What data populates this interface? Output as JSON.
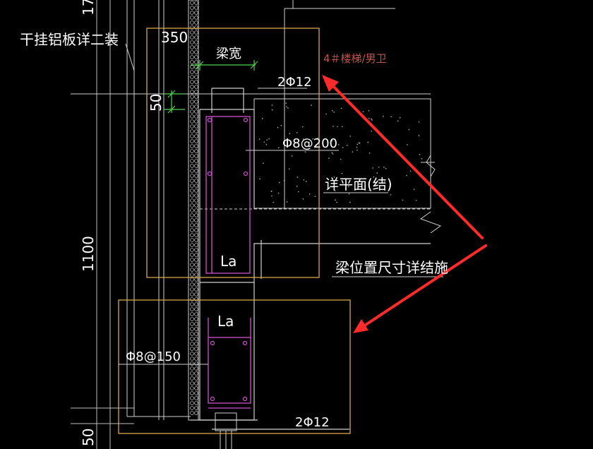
{
  "labels": {
    "top_cut": "17",
    "aluminum_panel": "干挂铝板详二装",
    "dim_350": "350",
    "beam_width": "梁宽",
    "rebar_top": "2Φ12",
    "room_tag": "4＃楼梯/男卫",
    "dim_50_upper": "50",
    "stirrup_upper": "Φ8@200",
    "see_plan": "详平面(结)",
    "beam_position": "梁位置尺寸详结施",
    "dim_1100": "1100",
    "la_upper": "La",
    "la_lower": "La",
    "stirrup_lower": "Φ8@150",
    "rebar_bottom": "2Φ12",
    "dim_50_lower": "50"
  },
  "colors": {
    "background": "#000000",
    "line_white": "#d8d8d8",
    "frame_orange": "#d9a64e",
    "rebar_magenta": "#d24fd2",
    "dim_green": "#4fd24f",
    "arrow_red": "#ff2a2a",
    "tag_red": "#c0554c"
  }
}
